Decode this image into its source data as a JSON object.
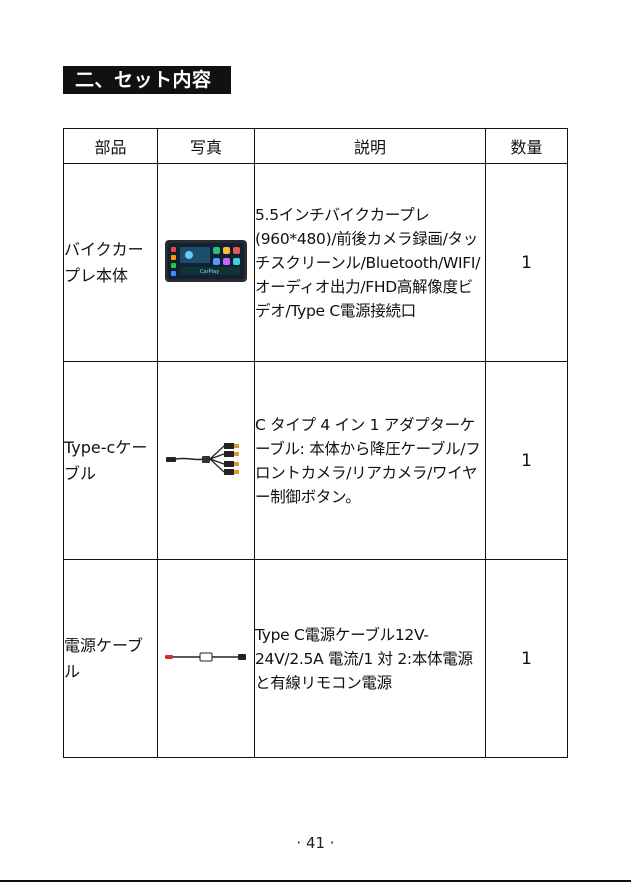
{
  "section_title": "二、セット内容",
  "table": {
    "headers": [
      "部品",
      "写真",
      "説明",
      "数量"
    ],
    "rows": [
      {
        "part": "バイクカープレ本体",
        "photo_icon": "dash-monitor-image",
        "description": "5.5インチバイクカープレ(960*480)/前後カメラ録画/タッチスクリーンル/Bluetooth/WIFI/オーディオ出力/FHD高解像度ビデオ/Type C電源接続口",
        "quantity": "1"
      },
      {
        "part": "Type-cケーブル",
        "photo_icon": "type-c-splitter-cable-image",
        "description": "C タイプ 4 イン 1 アダプターケーブル: 本体から降圧ケーブル/フロントカメラ/リアカメラ/ワイヤー制御ボタン。",
        "quantity": "1"
      },
      {
        "part": "電源ケーブル",
        "photo_icon": "power-cable-image",
        "description": "Type C電源ケーブル12V-24V/2.5A 電流/1 対 2:本体電源と有線リモコン電源",
        "quantity": "1"
      }
    ]
  },
  "page_number": "· 41 ·"
}
